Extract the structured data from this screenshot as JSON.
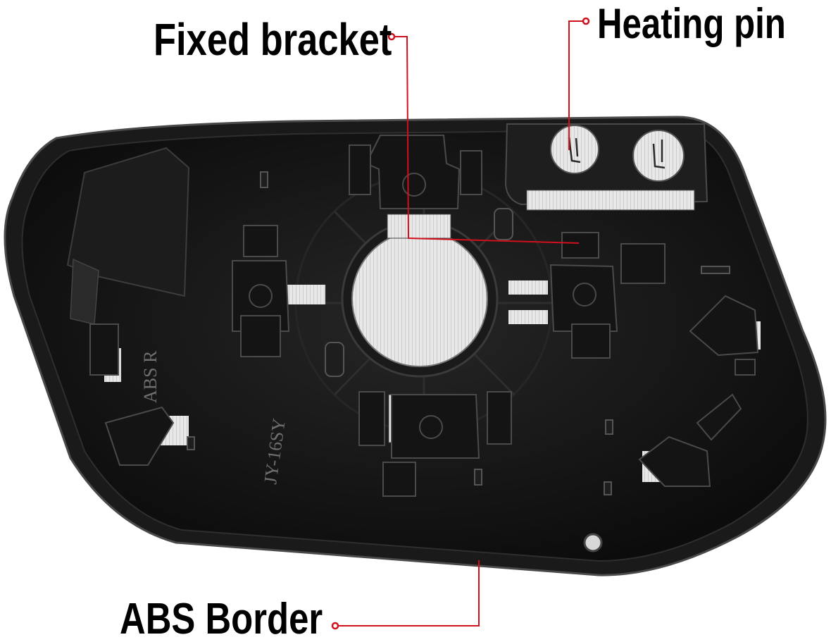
{
  "callouts": {
    "fixed_bracket": "Fixed bracket",
    "heating_pin": "Heating pin",
    "abs_border": "ABS Border"
  },
  "engravings": {
    "material_mark": "ABS R",
    "part_number": "JY-16SY"
  },
  "colors": {
    "callout_line": "#d0101c",
    "plate": "#141414",
    "background": "#ffffff"
  }
}
